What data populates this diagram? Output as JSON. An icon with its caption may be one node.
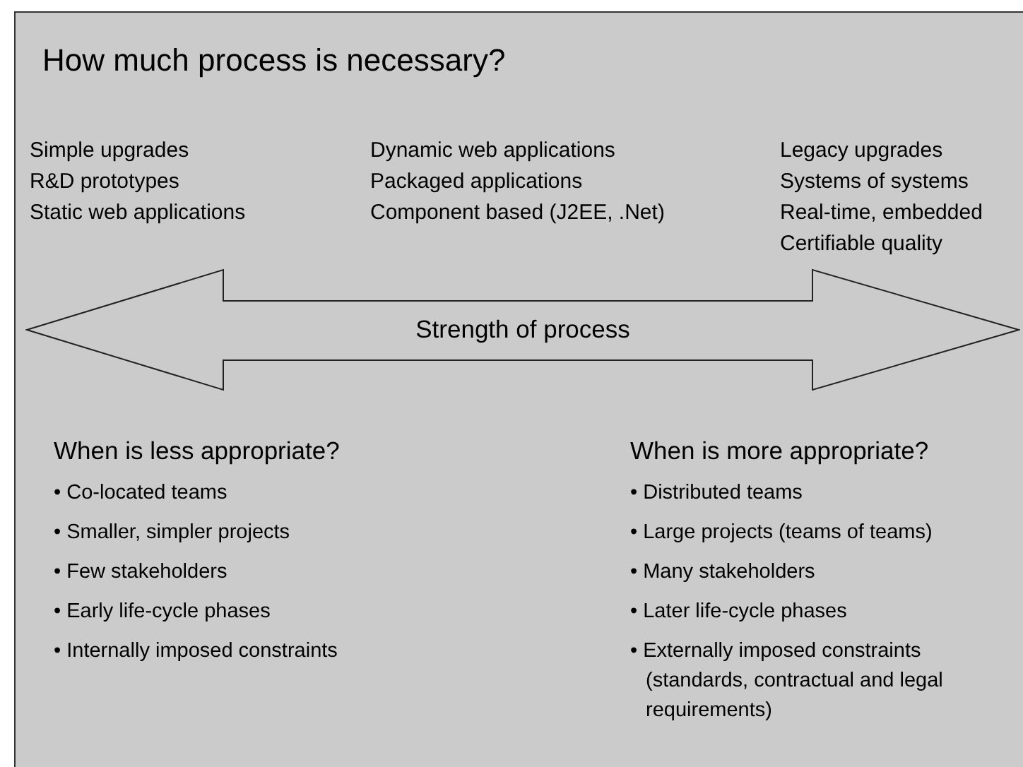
{
  "diagram": {
    "title": "How much process is necessary?",
    "nodes": [
      {
        "text": [
          "Strength of process"
        ]
      }
    ],
    "labels": [
      "Simple upgrades",
      "R&D prototypes",
      "Static web applications",
      "Dynamic web applications",
      "Packaged applications",
      "Component based (J2EE, .Net)",
      "Legacy upgrades",
      "Systems of systems",
      "Real-time, embedded",
      "Certifiable quality",
      "When is less appropriate?",
      "• Co-located teams",
      "• Smaller, simpler projects",
      "• Few stakeholders",
      "• Early life-cycle phases",
      "• Internally imposed constraints",
      "When is more appropriate?",
      "• Distributed teams",
      "• Large projects (teams of teams)",
      "• Many stakeholders",
      "• Later life-cycle phases",
      "• Externally imposed constraints (standards, contractual and legal requirements)"
    ]
  }
}
